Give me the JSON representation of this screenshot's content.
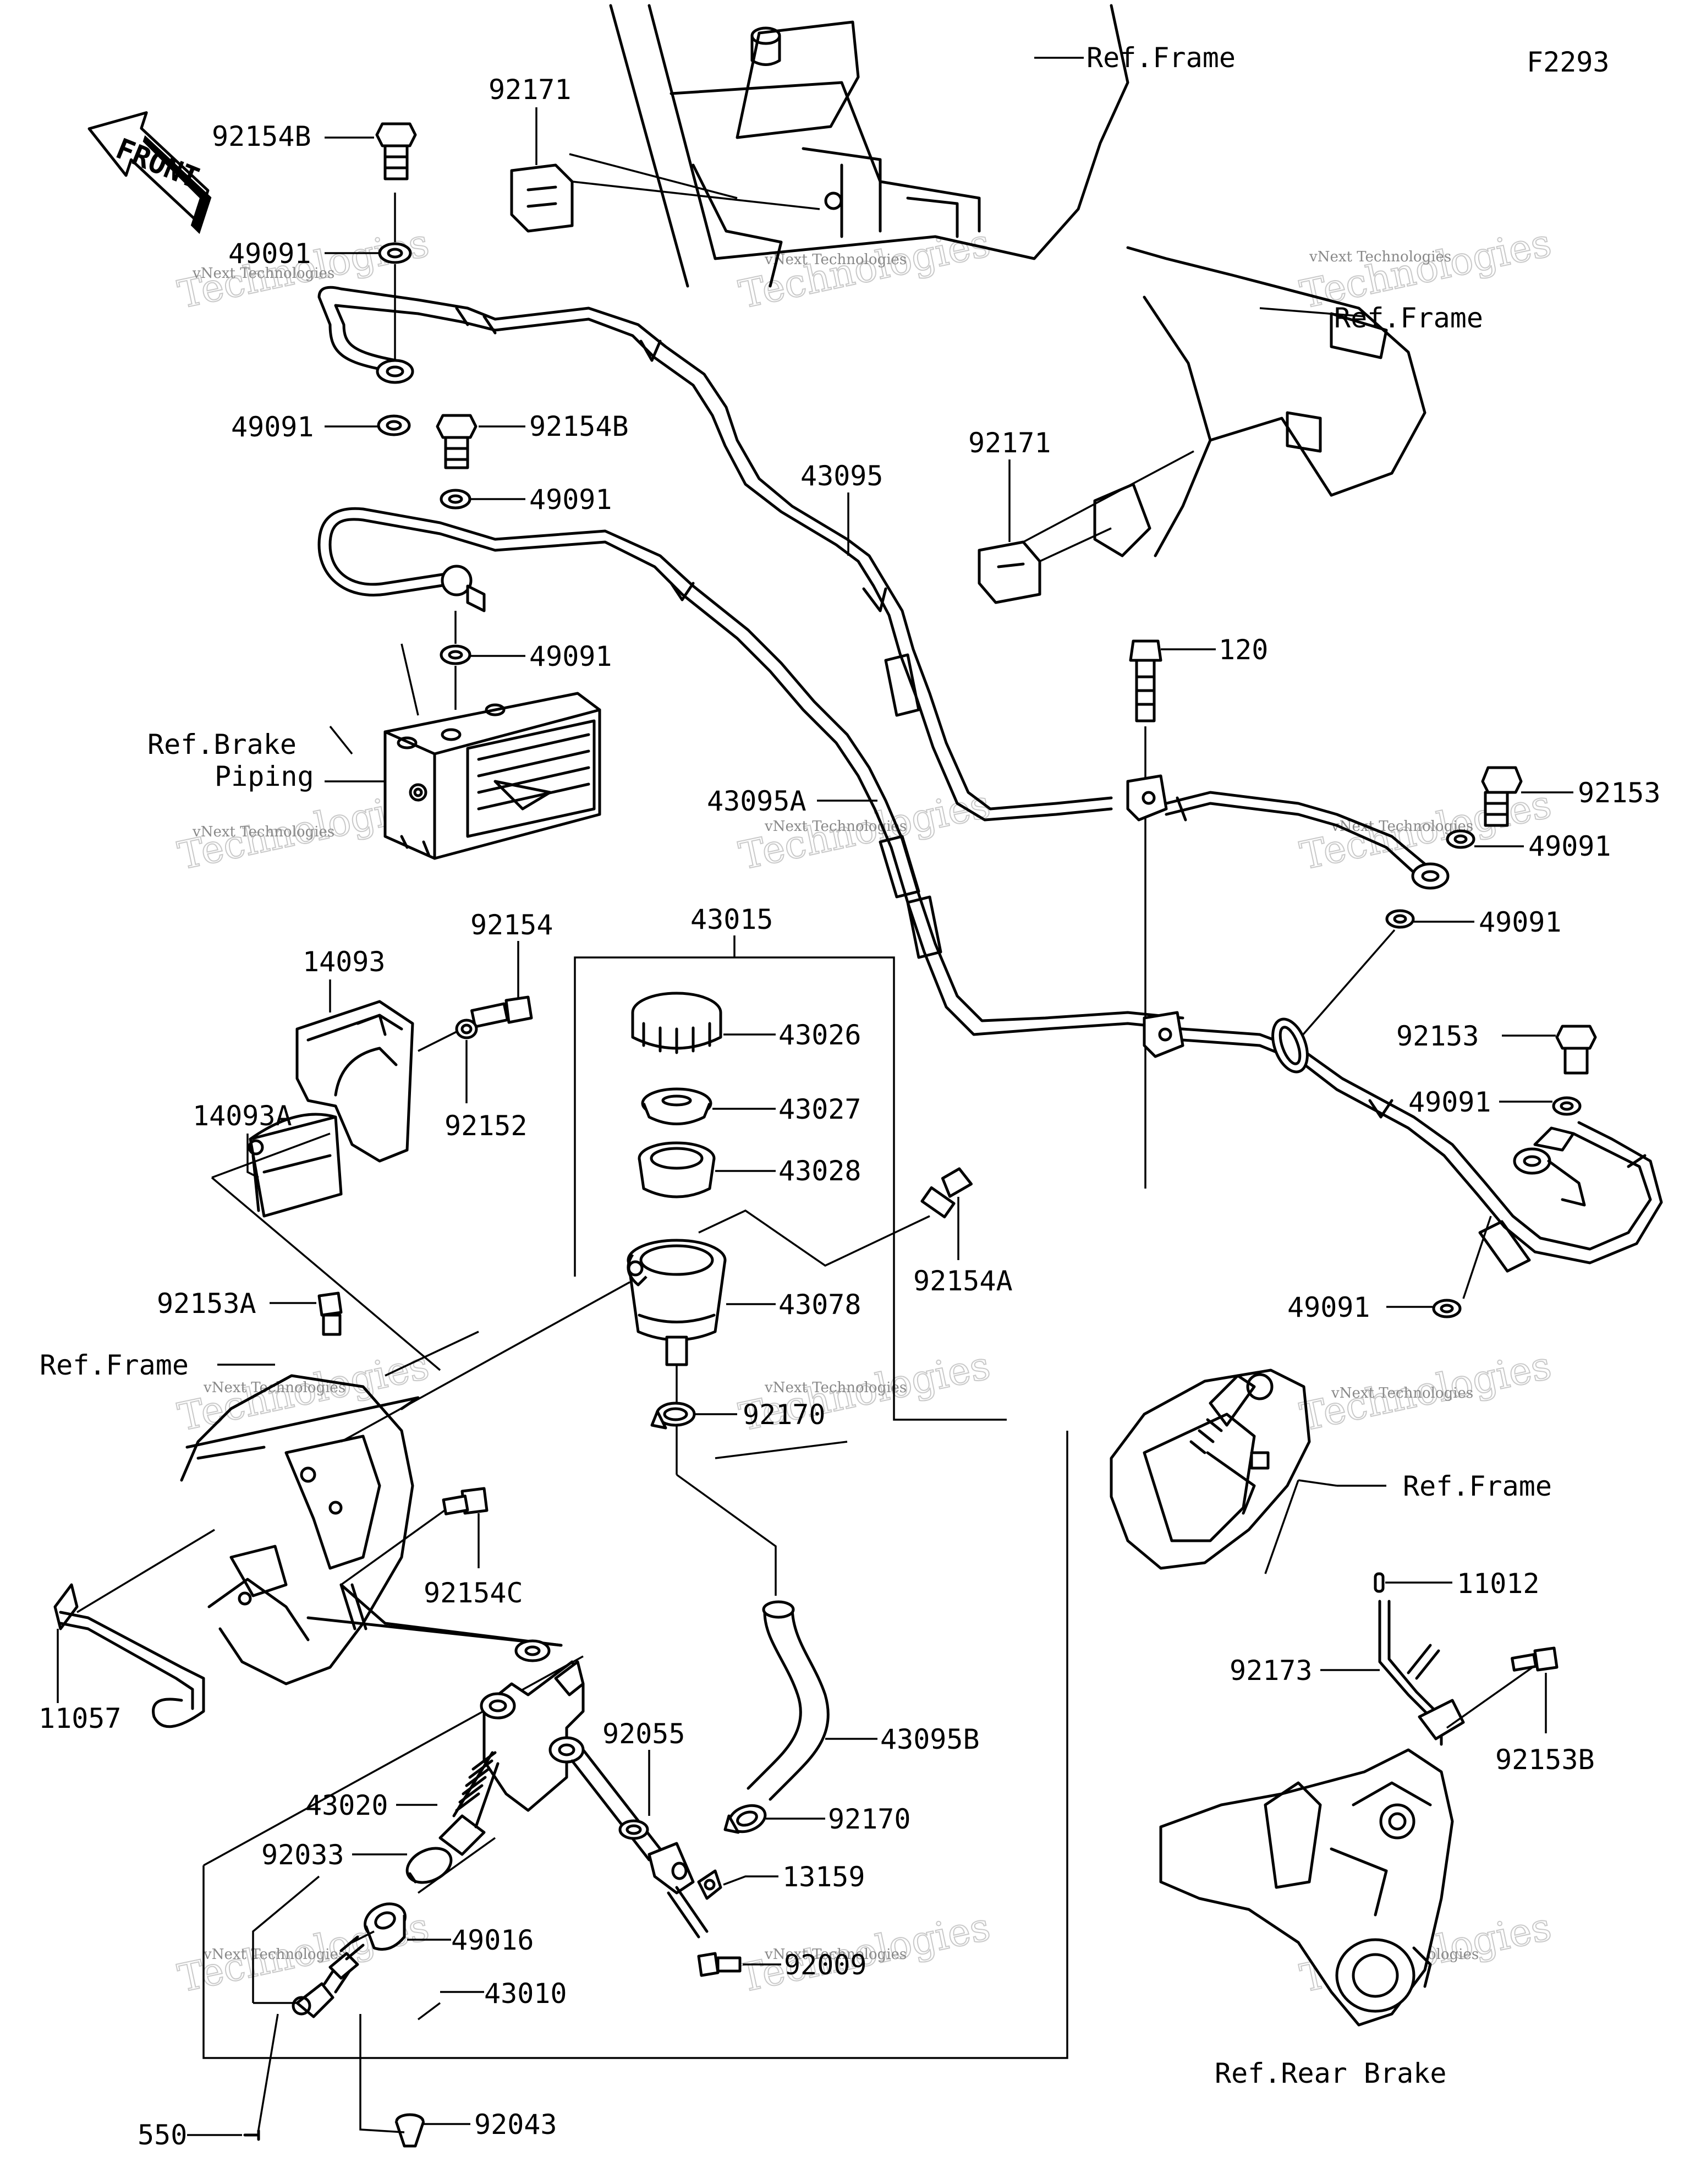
{
  "figure_code": "F2293",
  "front_arrow_label": "FRONT",
  "watermark": {
    "brand": "vNext",
    "word": "Technologies",
    "small_text": "vNext Technologies"
  },
  "callouts": [
    {
      "id": "92171_top",
      "text": "92171"
    },
    {
      "id": "ref_frame_top",
      "text": "Ref.Frame"
    },
    {
      "id": "92154B_a",
      "text": "92154B"
    },
    {
      "id": "49091_a",
      "text": "49091"
    },
    {
      "id": "49091_b",
      "text": "49091"
    },
    {
      "id": "92154B_b",
      "text": "92154B"
    },
    {
      "id": "49091_c",
      "text": "49091"
    },
    {
      "id": "49091_d",
      "text": "49091"
    },
    {
      "id": "ref_brake_piping_1",
      "text": "Ref.Brake"
    },
    {
      "id": "ref_brake_piping_2",
      "text": "Piping"
    },
    {
      "id": "43095",
      "text": "43095"
    },
    {
      "id": "ref_frame_right",
      "text": "Ref.Frame"
    },
    {
      "id": "92171_right",
      "text": "92171"
    },
    {
      "id": "120",
      "text": "120"
    },
    {
      "id": "92153_a",
      "text": "92153"
    },
    {
      "id": "49091_e",
      "text": "49091"
    },
    {
      "id": "49091_f",
      "text": "49091"
    },
    {
      "id": "43095A",
      "text": "43095A"
    },
    {
      "id": "43015",
      "text": "43015"
    },
    {
      "id": "92154",
      "text": "92154"
    },
    {
      "id": "14093",
      "text": "14093"
    },
    {
      "id": "14093A",
      "text": "14093A"
    },
    {
      "id": "92152",
      "text": "92152"
    },
    {
      "id": "43026",
      "text": "43026"
    },
    {
      "id": "43027",
      "text": "43027"
    },
    {
      "id": "43028",
      "text": "43028"
    },
    {
      "id": "92153_b",
      "text": "92153"
    },
    {
      "id": "49091_g",
      "text": "49091"
    },
    {
      "id": "92154A",
      "text": "92154A"
    },
    {
      "id": "43078",
      "text": "43078"
    },
    {
      "id": "49091_h",
      "text": "49091"
    },
    {
      "id": "92153A",
      "text": "92153A"
    },
    {
      "id": "ref_frame_left",
      "text": "Ref.Frame"
    },
    {
      "id": "92170_a",
      "text": "92170"
    },
    {
      "id": "ref_frame_bottom_right",
      "text": "Ref.Frame"
    },
    {
      "id": "92154C",
      "text": "92154C"
    },
    {
      "id": "11012",
      "text": "11012"
    },
    {
      "id": "11057",
      "text": "11057"
    },
    {
      "id": "92173",
      "text": "92173"
    },
    {
      "id": "92055",
      "text": "92055"
    },
    {
      "id": "43095B",
      "text": "43095B"
    },
    {
      "id": "92153B",
      "text": "92153B"
    },
    {
      "id": "43020",
      "text": "43020"
    },
    {
      "id": "92170_b",
      "text": "92170"
    },
    {
      "id": "92033",
      "text": "92033"
    },
    {
      "id": "13159",
      "text": "13159"
    },
    {
      "id": "49016",
      "text": "49016"
    },
    {
      "id": "92009",
      "text": "92009"
    },
    {
      "id": "43010",
      "text": "43010"
    },
    {
      "id": "ref_rear_brake",
      "text": "Ref.Rear Brake"
    },
    {
      "id": "550",
      "text": "550"
    },
    {
      "id": "92043",
      "text": "92043"
    }
  ]
}
